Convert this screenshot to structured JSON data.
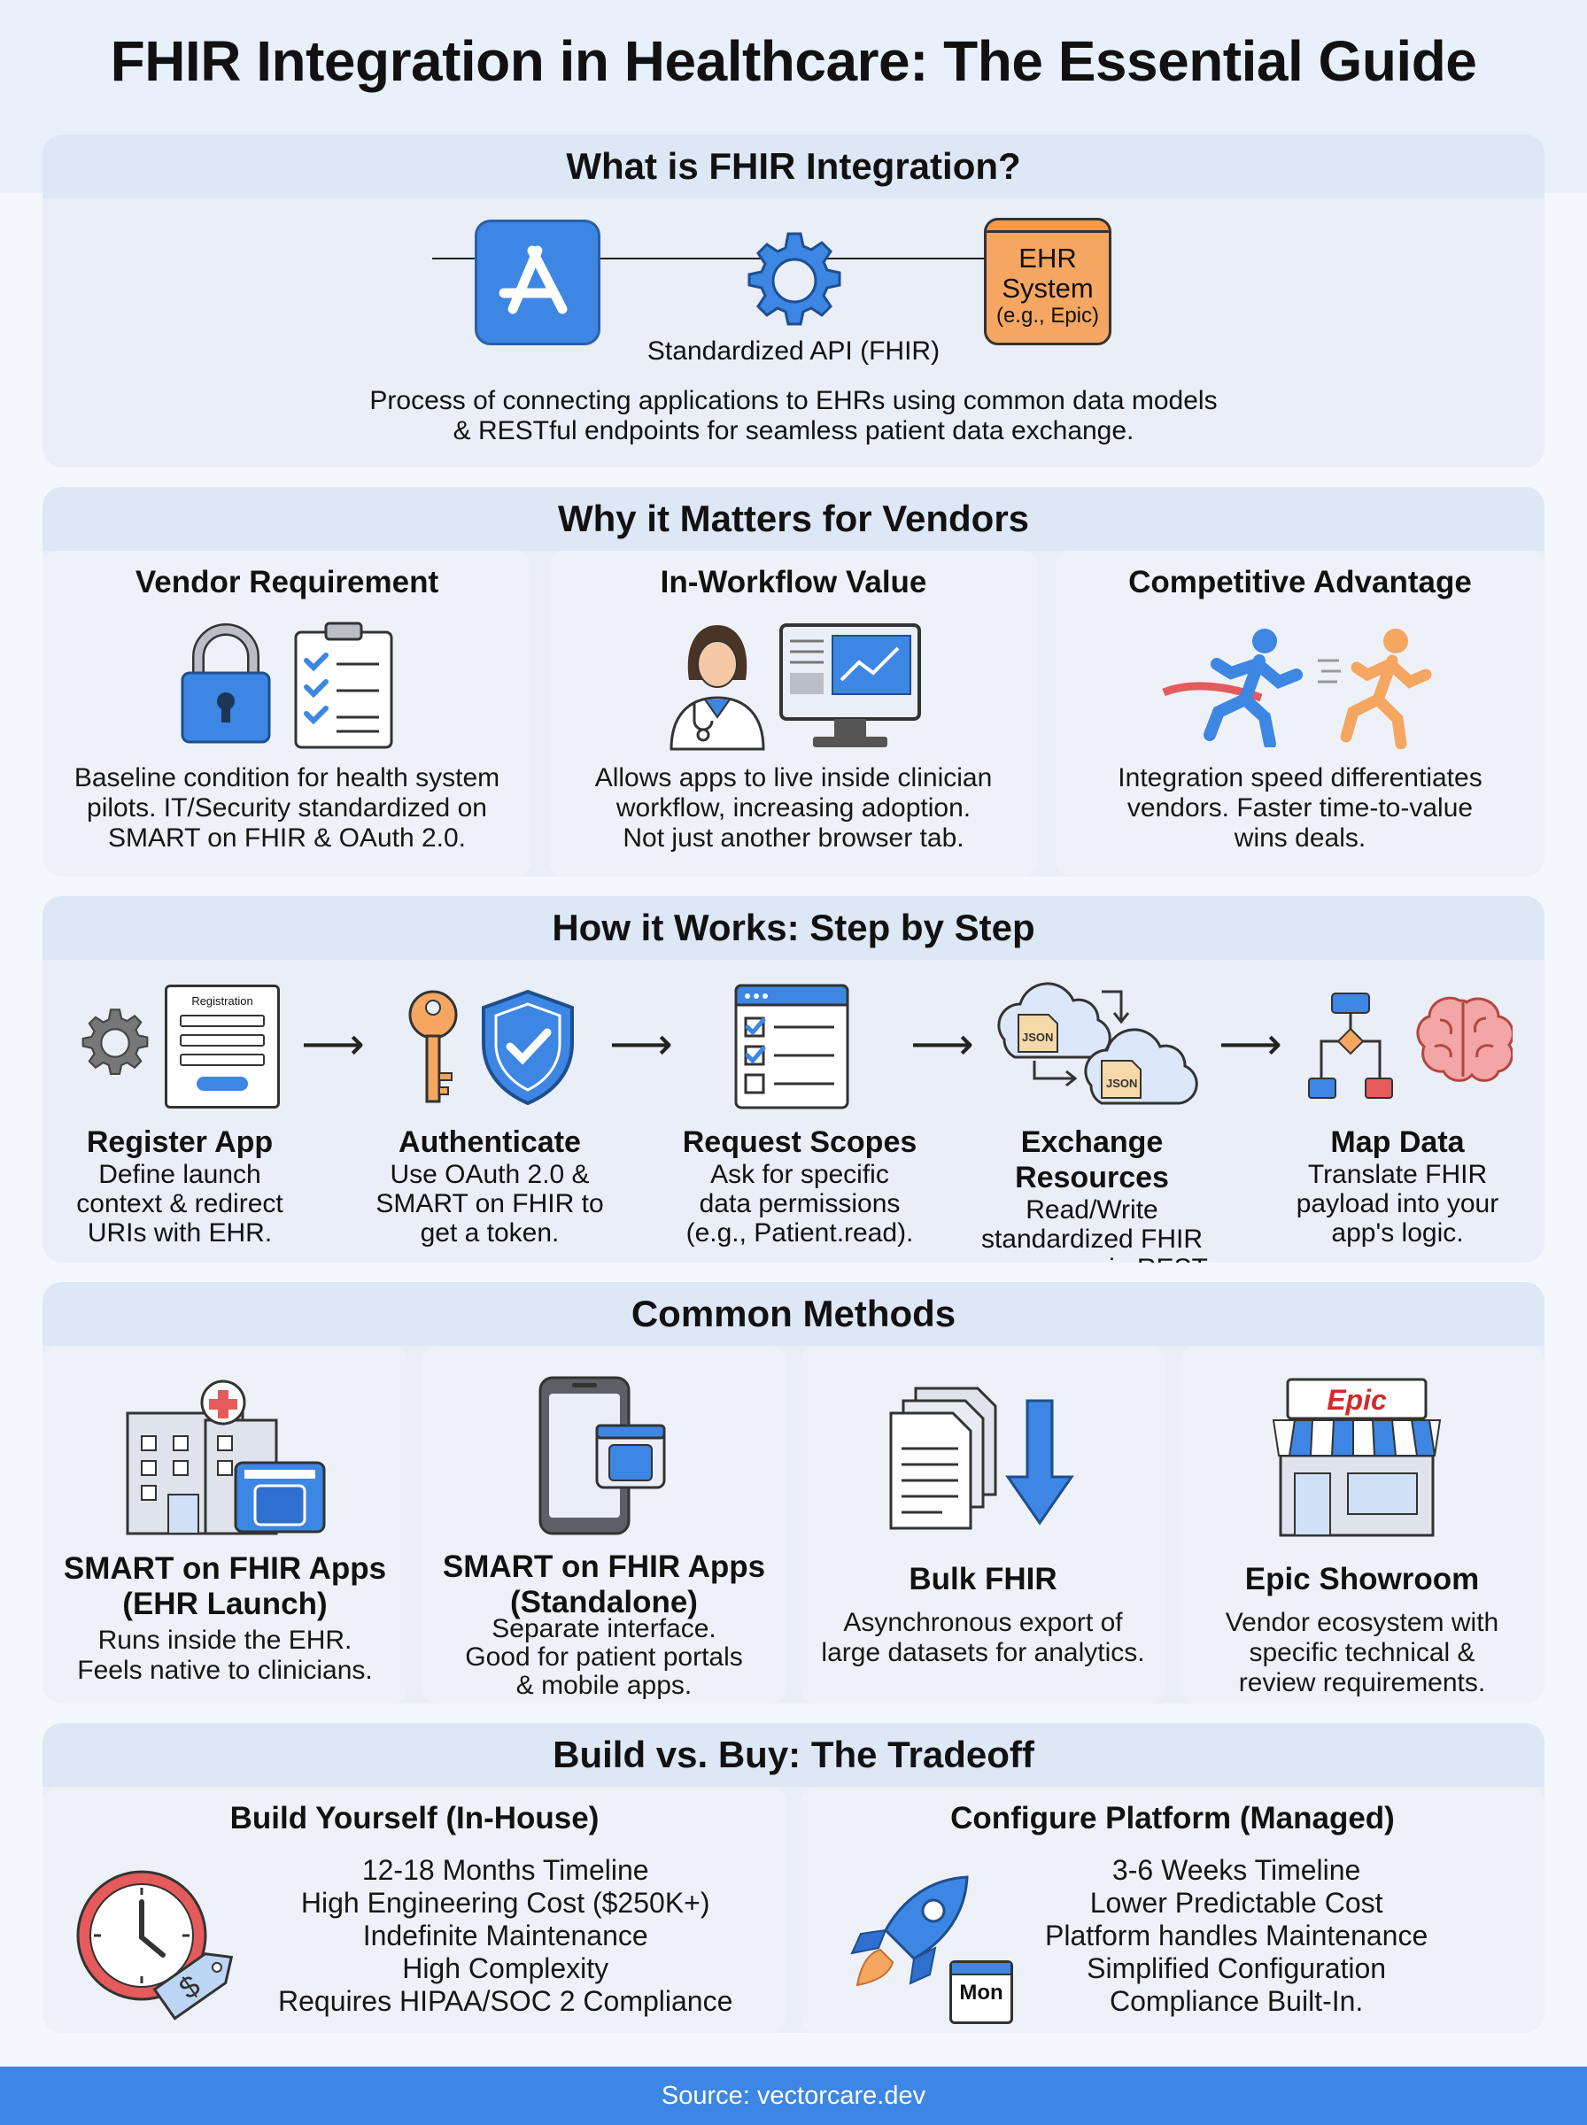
{
  "title": "FHIR Integration in Healthcare: The Essential Guide",
  "what": {
    "heading": "What is FHIR Integration?",
    "ehr_line1": "EHR",
    "ehr_line2": "System",
    "ehr_line3": "(e.g., Epic)",
    "api_label": "Standardized API (FHIR)",
    "desc_line1": "Process of connecting applications to EHRs using common data models",
    "desc_line2": "& RESTful endpoints for seamless patient data exchange.",
    "icons": [
      "app-store-icon",
      "gear-icon",
      "ehr-system-icon"
    ]
  },
  "why": {
    "heading": "Why it Matters for Vendors",
    "cards": [
      {
        "title": "Vendor Requirement",
        "lines": [
          "Baseline condition for health system",
          "pilots. IT/Security standardized on",
          "SMART on FHIR & OAuth 2.0."
        ],
        "icons": [
          "padlock-icon",
          "checklist-clipboard-icon"
        ]
      },
      {
        "title": "In-Workflow Value",
        "lines": [
          "Allows apps to live inside clinician",
          "workflow, increasing adoption.",
          "Not just another browser tab."
        ],
        "icons": [
          "clinician-icon",
          "monitor-chart-icon"
        ]
      },
      {
        "title": "Competitive Advantage",
        "lines": [
          "Integration speed differentiates",
          "vendors. Faster time-to-value",
          "wins deals."
        ],
        "icons": [
          "runner-winning-icon",
          "runner-trailing-icon"
        ]
      }
    ]
  },
  "how": {
    "heading": "How it Works: Step by Step",
    "registration_label": "Registration",
    "json_label": "JSON",
    "steps": [
      {
        "title": "Register App",
        "lines": [
          "Define launch",
          "context & redirect",
          "URIs with EHR."
        ]
      },
      {
        "title": "Authenticate",
        "lines": [
          "Use OAuth 2.0 &",
          "SMART on FHIR to",
          "get a token."
        ]
      },
      {
        "title": "Request Scopes",
        "lines": [
          "Ask for specific",
          "data permissions",
          "(e.g., Patient.read)."
        ]
      },
      {
        "title": "Exchange Resources",
        "lines": [
          "Read/Write",
          "standardized FHIR",
          "resources via REST."
        ]
      },
      {
        "title": "Map Data",
        "lines": [
          "Translate FHIR",
          "payload into your",
          "app's logic."
        ]
      }
    ]
  },
  "methods": {
    "heading": "Common Methods",
    "epic_logo": "Epic",
    "cards": [
      {
        "title_lines": [
          "SMART on FHIR Apps",
          "(EHR Launch)"
        ],
        "lines": [
          "Runs inside the EHR.",
          "Feels native to clinicians."
        ],
        "icon": "hospital-icon"
      },
      {
        "title_lines": [
          "SMART on FHIR Apps",
          "(Standalone)"
        ],
        "lines": [
          "Separate interface.",
          "Good for patient portals",
          "& mobile apps."
        ],
        "icon": "mobile-app-icon"
      },
      {
        "title_lines": [
          "Bulk FHIR"
        ],
        "lines": [
          "Asynchronous export of",
          "large datasets for analytics."
        ],
        "icon": "bulk-export-icon"
      },
      {
        "title_lines": [
          "Epic Showroom"
        ],
        "lines": [
          "Vendor ecosystem with",
          "specific technical &",
          "review requirements."
        ],
        "icon": "storefront-icon"
      }
    ]
  },
  "build": {
    "heading": "Build vs. Buy: The Tradeoff",
    "calendar_label": "Mon",
    "left": {
      "title": "Build Yourself (In-House)",
      "items": [
        "12-18 Months Timeline",
        "High Engineering Cost ($250K+)",
        "Indefinite Maintenance",
        "High Complexity",
        "Requires HIPAA/SOC 2 Compliance"
      ]
    },
    "right": {
      "title": "Configure Platform (Managed)",
      "items": [
        "3-6 Weeks Timeline",
        "Lower Predictable Cost",
        "Platform handles Maintenance",
        "Simplified Configuration",
        "Compliance Built-In."
      ]
    }
  },
  "footer": "Source: vectorcare.dev",
  "colors": {
    "accent_blue": "#3d86e3",
    "orange": "#f5a661",
    "red": "#e55a5a",
    "section_bg": "#e9eef7",
    "header_bg": "#dde7f6"
  }
}
